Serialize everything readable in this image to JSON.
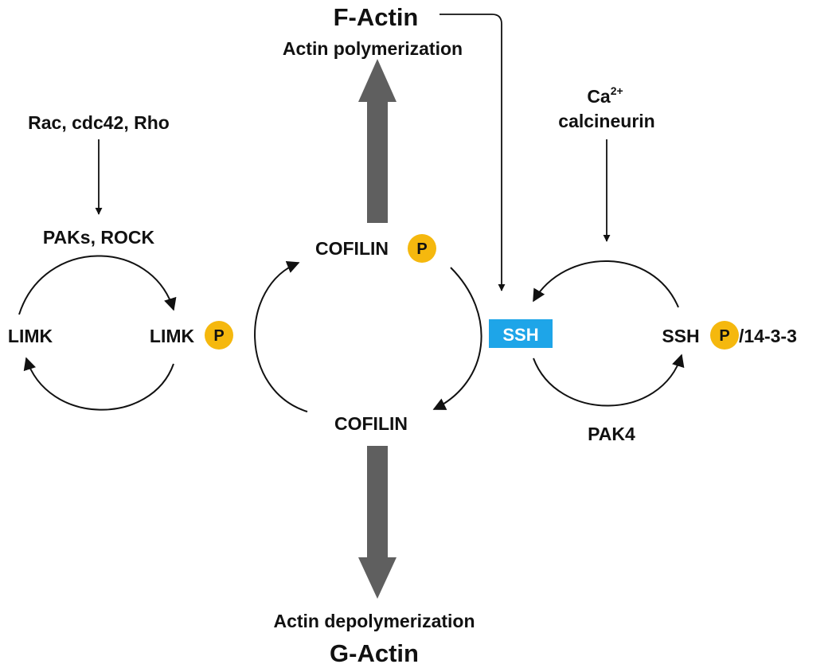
{
  "colors": {
    "phospho_badge": "#f5b80e",
    "ssh_box": "#1ea5e8",
    "big_arrow": "#5f5f5f",
    "line": "#111111"
  },
  "labels": {
    "f_actin": "F-Actin",
    "actin_polymerization": "Actin polymerization",
    "actin_depolymerization": "Actin depolymerization",
    "g_actin": "G-Actin",
    "rac_cdc42_rho": "Rac, cdc42, Rho",
    "paks_rock": "PAKs, ROCK",
    "limk": "LIMK",
    "limk_p": "LIMK",
    "cofilin_p": "COFILIN",
    "cofilin": "COFILIN",
    "ssh": "SSH",
    "ssh_p": "SSH",
    "ssh_suffix": "/14-3-3",
    "ca": "Ca",
    "ca_sup": "2+",
    "calcineurin": "calcineurin",
    "pak4": "PAK4",
    "phospho": "P"
  }
}
